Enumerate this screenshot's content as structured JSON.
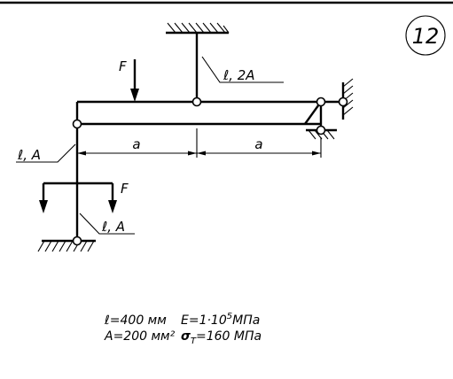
{
  "problem_number": "12",
  "labels": {
    "force_top": "F",
    "force_left": "F",
    "rod_top": "ℓ, 2A",
    "rod_left": "ℓ, A",
    "rod_bottom": "ℓ, A",
    "dim_left": "a",
    "dim_right": "a"
  },
  "givens": {
    "length": "ℓ=400 мм",
    "area": "A=200 мм²",
    "modulus_prefix": "E=1·10",
    "modulus_exp": "5",
    "modulus_unit": "МПа",
    "yield_symbol": "σ",
    "yield_sub": "T",
    "yield_value": "=160 МПа"
  }
}
